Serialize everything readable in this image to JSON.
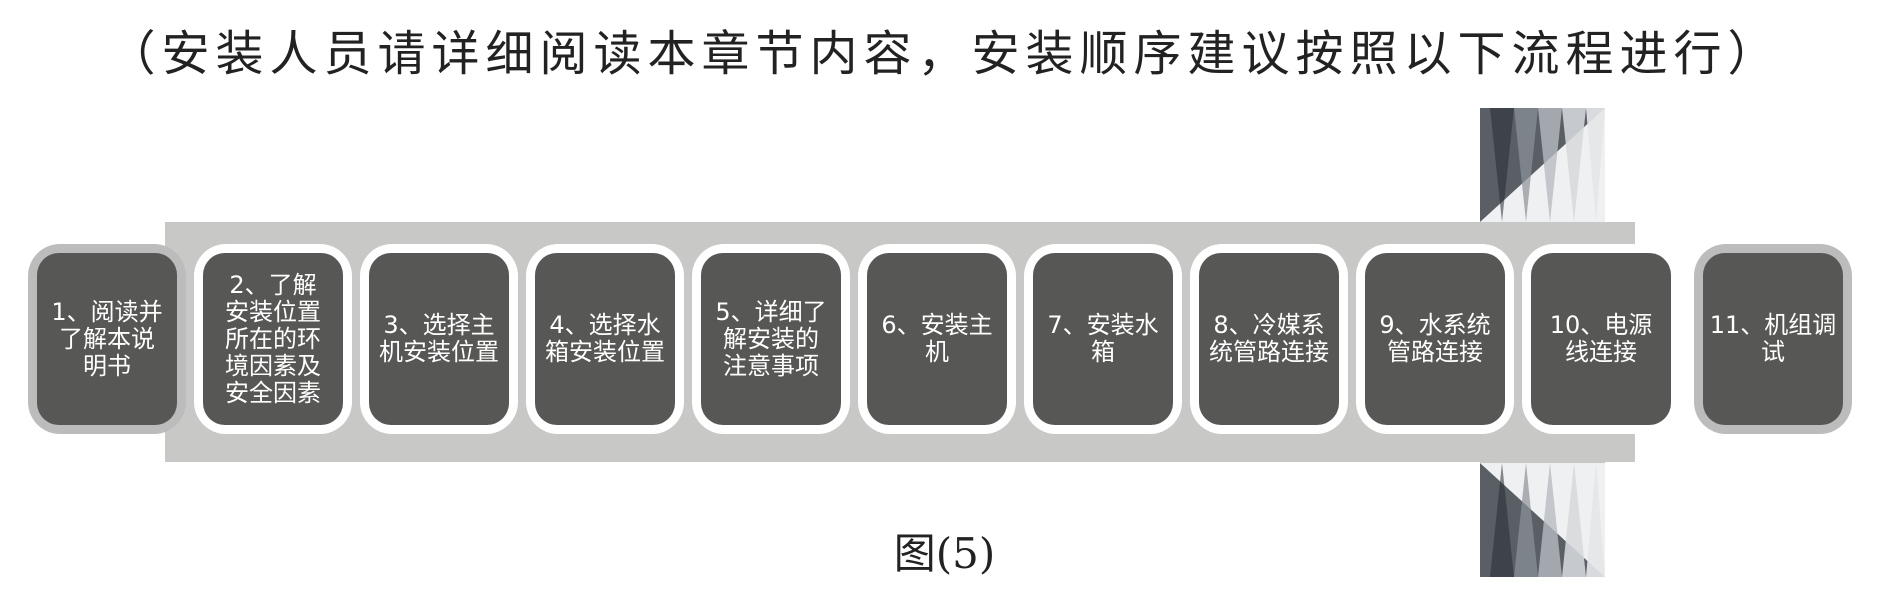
{
  "header": "（安装人员请详细阅读本章节内容，安装顺序建议按照以下流程进行）",
  "steps": [
    {
      "label": "1、阅读并\n了解本说\n明书"
    },
    {
      "label": "2、了解\n安装位置\n所在的环\n境因素及\n安全因素"
    },
    {
      "label": "3、选择主\n机安装位置"
    },
    {
      "label": "4、选择水\n箱安装位置"
    },
    {
      "label": "5、详细了\n解安装的\n注意事项"
    },
    {
      "label": "6、安装主\n机"
    },
    {
      "label": "7、安装水\n箱"
    },
    {
      "label": "8、冷媒系\n统管路连接"
    },
    {
      "label": "9、水系统\n管路连接"
    },
    {
      "label": "10、电源\n线连接"
    },
    {
      "label": "11、机组调\n试"
    }
  ],
  "caption": "图(5)"
}
